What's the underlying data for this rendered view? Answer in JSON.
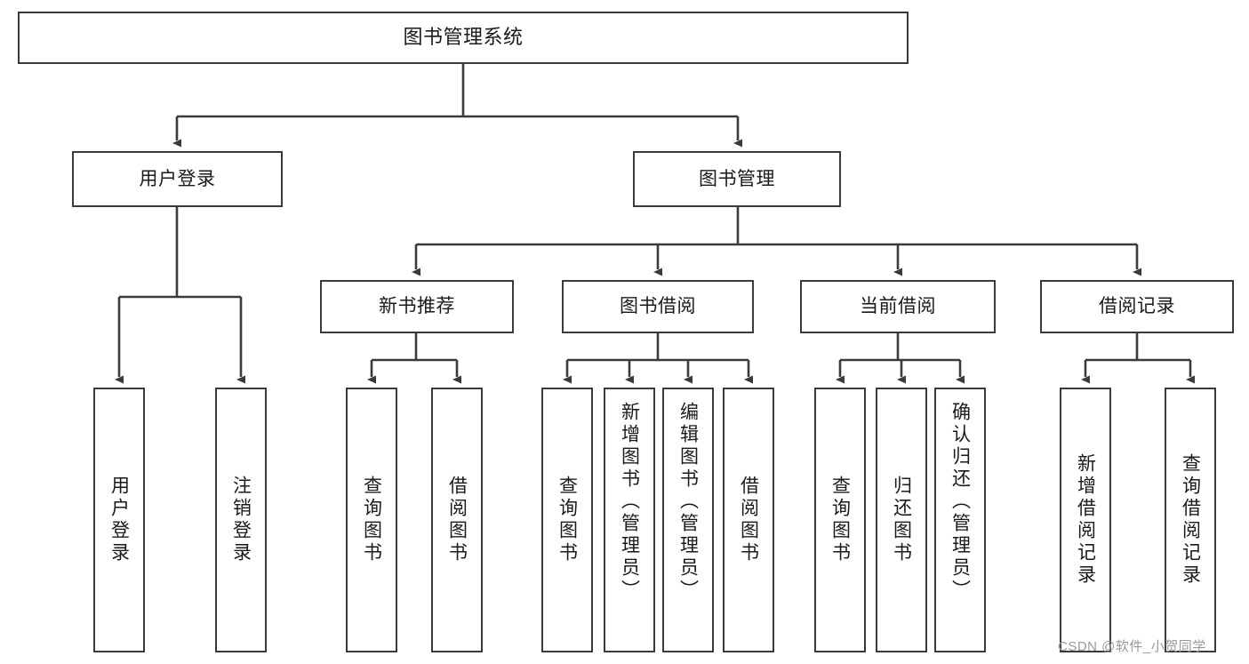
{
  "diagram": {
    "title": "图书管理系统",
    "type": "hierarchy-tree",
    "colors": {
      "box_border": "#3a3a3a",
      "box_fill": "#ffffff",
      "connector": "#3a3a3a",
      "text": "#1a1a1a",
      "watermark": "#9a9a9a",
      "background": "#ffffff"
    },
    "levels": [
      {
        "level": 1,
        "nodes": [
          {
            "id": "root",
            "label": "图书管理系统",
            "orientation": "horizontal"
          }
        ]
      },
      {
        "level": 2,
        "nodes": [
          {
            "id": "user-login",
            "label": "用户登录",
            "orientation": "horizontal",
            "parent": "root"
          },
          {
            "id": "book-mgmt",
            "label": "图书管理",
            "orientation": "horizontal",
            "parent": "root"
          }
        ]
      },
      {
        "level": 3,
        "nodes": [
          {
            "id": "new-book-rec",
            "label": "新书推荐",
            "orientation": "horizontal",
            "parent": "book-mgmt"
          },
          {
            "id": "book-borrow",
            "label": "图书借阅",
            "orientation": "horizontal",
            "parent": "book-mgmt"
          },
          {
            "id": "current-borrow",
            "label": "当前借阅",
            "orientation": "horizontal",
            "parent": "book-mgmt"
          },
          {
            "id": "borrow-record",
            "label": "借阅记录",
            "orientation": "horizontal",
            "parent": "book-mgmt"
          }
        ]
      },
      {
        "level": 4,
        "nodes": [
          {
            "id": "leaf-user-login",
            "label": "用户登录",
            "orientation": "vertical",
            "parent": "user-login"
          },
          {
            "id": "leaf-user-logout",
            "label": "注销登录",
            "orientation": "vertical",
            "parent": "user-login"
          },
          {
            "id": "leaf-query-book-1",
            "label": "查询图书",
            "orientation": "vertical",
            "parent": "new-book-rec"
          },
          {
            "id": "leaf-borrow-book-1",
            "label": "借阅图书",
            "orientation": "vertical",
            "parent": "new-book-rec"
          },
          {
            "id": "leaf-query-book-2",
            "label": "查询图书",
            "orientation": "vertical",
            "parent": "book-borrow"
          },
          {
            "id": "leaf-add-book",
            "label": "新增图书（管理员）",
            "orientation": "vertical",
            "parent": "book-borrow"
          },
          {
            "id": "leaf-edit-book",
            "label": "编辑图书（管理员）",
            "orientation": "vertical",
            "parent": "book-borrow"
          },
          {
            "id": "leaf-borrow-book-2",
            "label": "借阅图书",
            "orientation": "vertical",
            "parent": "book-borrow"
          },
          {
            "id": "leaf-query-book-3",
            "label": "查询图书",
            "orientation": "vertical",
            "parent": "current-borrow"
          },
          {
            "id": "leaf-return-book",
            "label": "归还图书",
            "orientation": "vertical",
            "parent": "current-borrow"
          },
          {
            "id": "leaf-confirm-return",
            "label": "确认归还（管理员）",
            "orientation": "vertical",
            "parent": "current-borrow"
          },
          {
            "id": "leaf-add-record",
            "label": "新增借阅记录",
            "orientation": "vertical",
            "parent": "borrow-record"
          },
          {
            "id": "leaf-query-record",
            "label": "查询借阅记录",
            "orientation": "vertical",
            "parent": "borrow-record"
          }
        ]
      }
    ],
    "watermark": "CSDN @软件_小贺同学"
  }
}
